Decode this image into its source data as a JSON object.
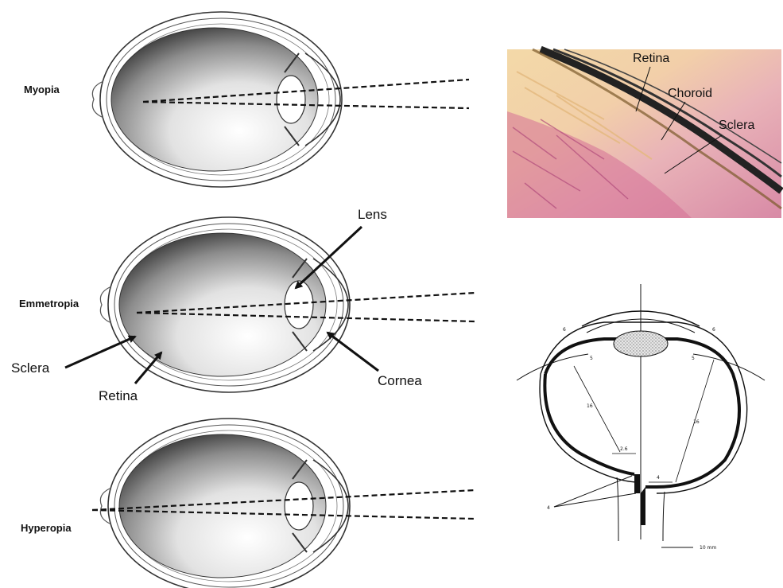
{
  "eyes": {
    "myopia": "Myopia",
    "emmetropia": "Emmetropia",
    "hyperopia": "Hyperopia"
  },
  "parts": {
    "lens": "Lens",
    "sclera": "Sclera",
    "retina": "Retina",
    "cornea": "Cornea"
  },
  "histology": {
    "retina": "Retina",
    "choroid": "Choroid",
    "sclera": "Sclera"
  },
  "schematic": {
    "scale": "10 mm",
    "marks": [
      "6",
      "6",
      "5",
      "5",
      "16",
      "16",
      "2.6",
      "4",
      "4"
    ]
  }
}
